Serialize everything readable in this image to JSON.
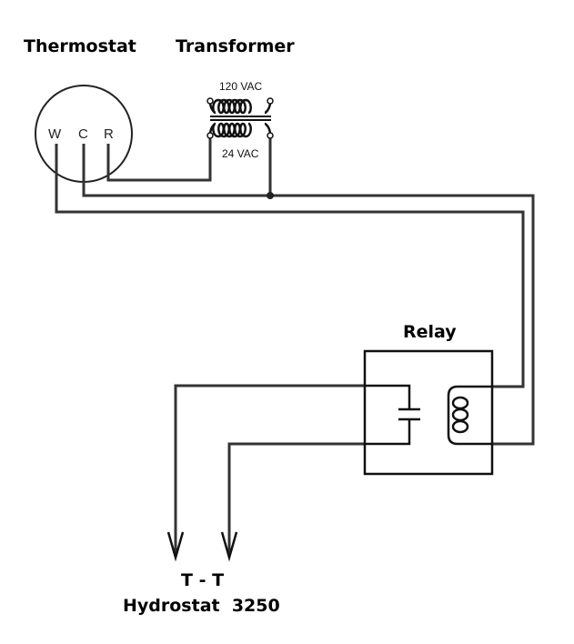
{
  "labels": {
    "thermostat": "Thermostat",
    "transformer": "Transformer",
    "primary_voltage": "120 VAC",
    "secondary_voltage": "24 VAC",
    "relay": "Relay",
    "output_terminals": "T - T",
    "output_device": "Hydrostat  3250"
  },
  "thermostat_terminals": [
    "W",
    "C",
    "R"
  ],
  "colors": {
    "wire": "#333333",
    "component": "#111111",
    "background": "#ffffff"
  }
}
